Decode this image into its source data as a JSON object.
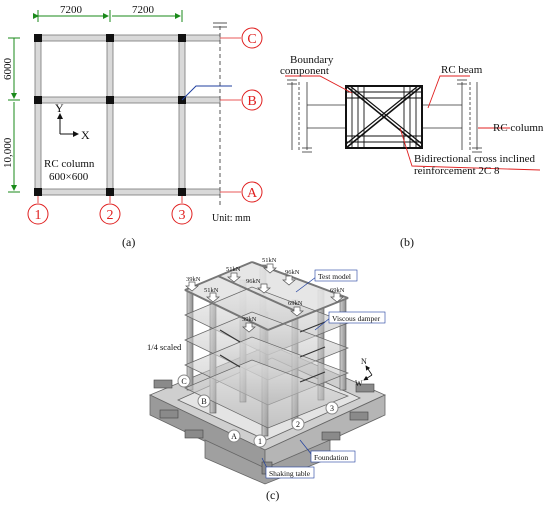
{
  "panel_a": {
    "dim_x1": "7200",
    "dim_x2": "7200",
    "dim_y1": "6000",
    "dim_y2": "10,000",
    "axis_y": "Y",
    "axis_x": "X",
    "column_label": "RC column",
    "column_size": "600×600",
    "grid_rows": [
      "C",
      "B",
      "A"
    ],
    "grid_cols": [
      "1",
      "2",
      "3"
    ],
    "unit": "Unit: mm",
    "caption": "(a)"
  },
  "panel_b": {
    "boundary_line1": "Boundary",
    "boundary_line2": "component",
    "rc_beam": "RC beam",
    "rc_column": "RC column",
    "rebar_line1": "Bidirectional cross inclined",
    "rebar_line2": "reinforcement 2C 8",
    "caption": "(b)"
  },
  "panel_c": {
    "loads": [
      "39kN",
      "51kN",
      "51kN",
      "96kN",
      "51kN",
      "96kN",
      "69kN",
      "69kN",
      "39kN"
    ],
    "test_model": "Test model",
    "viscous_damper": "Viscous damper",
    "scale": "1/4 scaled",
    "north": "N",
    "west": "W",
    "foundation": "Foundation",
    "shaking_table": "Shaking table",
    "axes_letters": [
      "C",
      "B",
      "A"
    ],
    "axes_numbers": [
      "1",
      "2",
      "3"
    ],
    "caption": "(c)"
  },
  "colors": {
    "accent_red": "#e02020",
    "dim_green": "#1a8a1a",
    "leader_blue": "#1f3f9f"
  }
}
